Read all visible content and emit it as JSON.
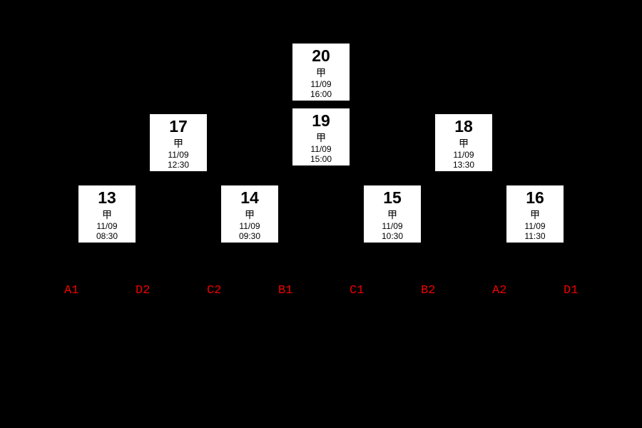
{
  "colors": {
    "background": "#000000",
    "match_box_bg": "#ffffff",
    "match_text": "#000000",
    "seed_label_text": "#ee0000"
  },
  "bracket": {
    "matches": [
      {
        "number": "20",
        "group": "甲",
        "date": "11/09",
        "time": "16:00"
      },
      {
        "number": "19",
        "group": "甲",
        "date": "11/09",
        "time": "15:00"
      },
      {
        "number": "17",
        "group": "甲",
        "date": "11/09",
        "time": "12:30"
      },
      {
        "number": "18",
        "group": "甲",
        "date": "11/09",
        "time": "13:30"
      },
      {
        "number": "13",
        "group": "甲",
        "date": "11/09",
        "time": "08:30"
      },
      {
        "number": "14",
        "group": "甲",
        "date": "11/09",
        "time": "09:30"
      },
      {
        "number": "15",
        "group": "甲",
        "date": "11/09",
        "time": "10:30"
      },
      {
        "number": "16",
        "group": "甲",
        "date": "11/09",
        "time": "11:30"
      }
    ],
    "seed_labels": [
      {
        "label": "A1"
      },
      {
        "label": "D2"
      },
      {
        "label": "C2"
      },
      {
        "label": "B1"
      },
      {
        "label": "C1"
      },
      {
        "label": "B2"
      },
      {
        "label": "A2"
      },
      {
        "label": "D1"
      }
    ]
  }
}
